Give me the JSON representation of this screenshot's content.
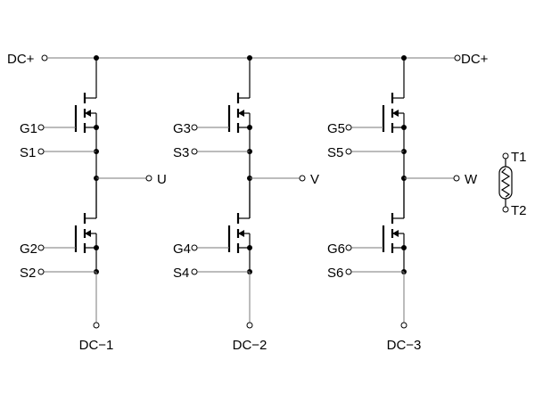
{
  "labels": {
    "dc_plus_left": "DC+",
    "dc_plus_right": "DC+",
    "outputs": [
      "U",
      "V",
      "W"
    ],
    "dc_minus": [
      "DC−1",
      "DC−2",
      "DC−3"
    ],
    "gates": [
      "G1",
      "G2",
      "G3",
      "G4",
      "G5",
      "G6"
    ],
    "sources": [
      "S1",
      "S2",
      "S3",
      "S4",
      "S5",
      "S6"
    ],
    "thermistor": [
      "T1",
      "T2"
    ]
  },
  "legs": [
    {
      "top_gate": "G1",
      "top_source": "S1",
      "bottom_gate": "G2",
      "bottom_source": "S2",
      "output": "U",
      "dc_minus": "DC−1"
    },
    {
      "top_gate": "G3",
      "top_source": "S3",
      "bottom_gate": "G4",
      "bottom_source": "S4",
      "output": "V",
      "dc_minus": "DC−2"
    },
    {
      "top_gate": "G5",
      "top_source": "S5",
      "bottom_gate": "G6",
      "bottom_source": "S6",
      "output": "W",
      "dc_minus": "DC−3"
    }
  ],
  "thermistor": {
    "terminals": [
      "T1",
      "T2"
    ]
  }
}
